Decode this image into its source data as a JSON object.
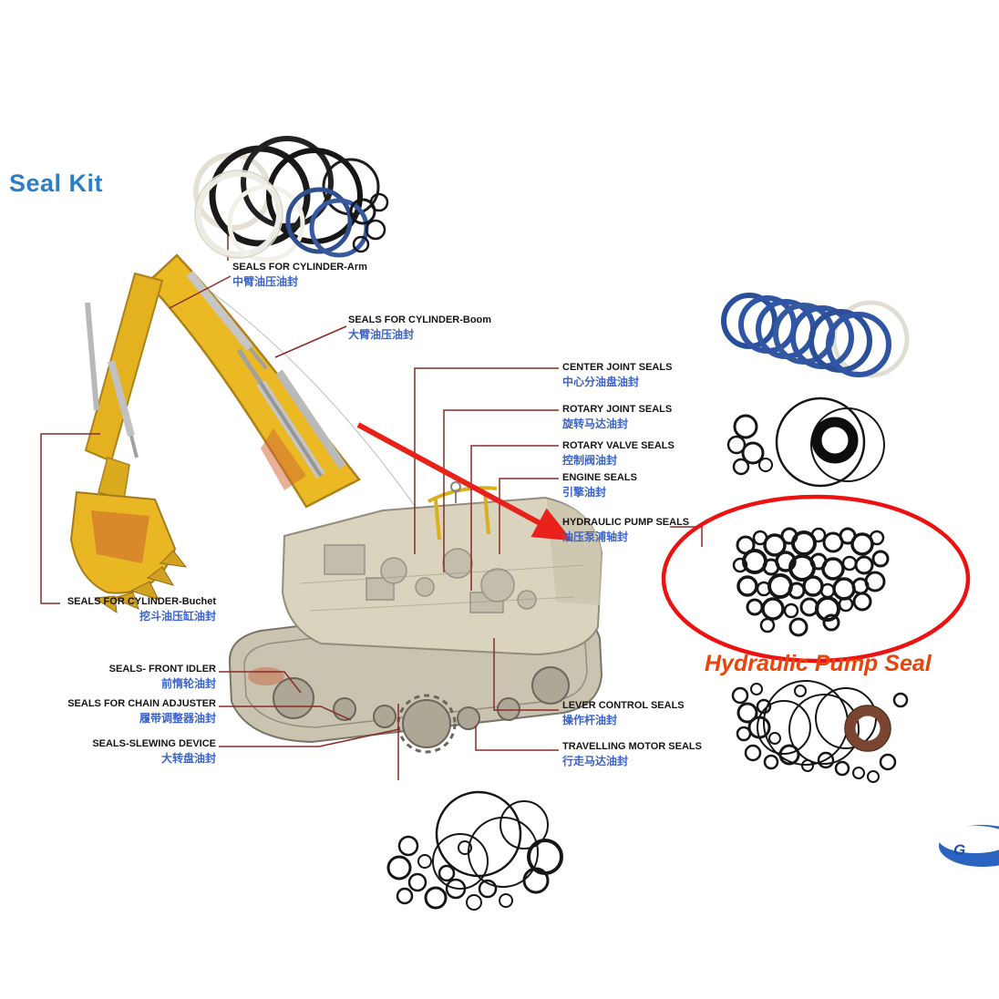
{
  "title": "Seal Kit",
  "highlight_caption": "Hydraulic Pump Seal",
  "logo_letter": "G",
  "labels": [
    {
      "id": "cylinder-arm",
      "en": "SEALS FOR CYLINDER-Arm",
      "zh": "中臂油压油封"
    },
    {
      "id": "cylinder-boom",
      "en": "SEALS FOR CYLINDER-Boom",
      "zh": "大臂油压油封"
    },
    {
      "id": "center-joint",
      "en": "CENTER JOINT SEALS",
      "zh": "中心分油盘油封"
    },
    {
      "id": "rotary-joint",
      "en": "ROTARY JOINT SEALS",
      "zh": "旋转马达油封"
    },
    {
      "id": "rotary-valve",
      "en": "ROTARY VALVE SEALS",
      "zh": "控制阀油封"
    },
    {
      "id": "engine",
      "en": "ENGINE SEALS",
      "zh": "引擎油封"
    },
    {
      "id": "hydraulic-pump",
      "en": "HYDRAULIC PUMP SEALS",
      "zh": "油压泵浦轴封"
    },
    {
      "id": "cylinder-bucket",
      "en": "SEALS FOR CYLINDER-Buchet",
      "zh": "挖斗油压缸油封"
    },
    {
      "id": "front-idler",
      "en": "SEALS- FRONT IDLER",
      "zh": "前惰轮油封"
    },
    {
      "id": "chain-adjuster",
      "en": "SEALS FOR CHAIN ADJUSTER",
      "zh": "履带调整器油封"
    },
    {
      "id": "slewing-device",
      "en": "SEALS-SLEWING DEVICE",
      "zh": "大转盘油封"
    },
    {
      "id": "lever-control",
      "en": "LEVER CONTROL SEALS",
      "zh": "操作杆油封"
    },
    {
      "id": "travelling-motor",
      "en": "TRAVELLING MOTOR SEALS",
      "zh": "行走马达油封"
    }
  ],
  "images": [
    {
      "name": "arm-cylinder-seal-kit-photo"
    },
    {
      "name": "blue-oring-set-photo"
    },
    {
      "name": "rotary-seal-set-photo"
    },
    {
      "name": "hydraulic-pump-seal-pile-photo"
    },
    {
      "name": "travel-motor-seal-set-photo"
    },
    {
      "name": "slewing-seal-set-photo"
    }
  ],
  "colors": {
    "title_blue": "#2b7fc2",
    "chinese_blue": "#3a64c8",
    "connector_red": "#8b2b24",
    "arrow_red": "#e8221a",
    "highlight_orange": "#e8440c",
    "excavator_yellow": "#eab414",
    "blue_ring": "#2f55a4"
  }
}
